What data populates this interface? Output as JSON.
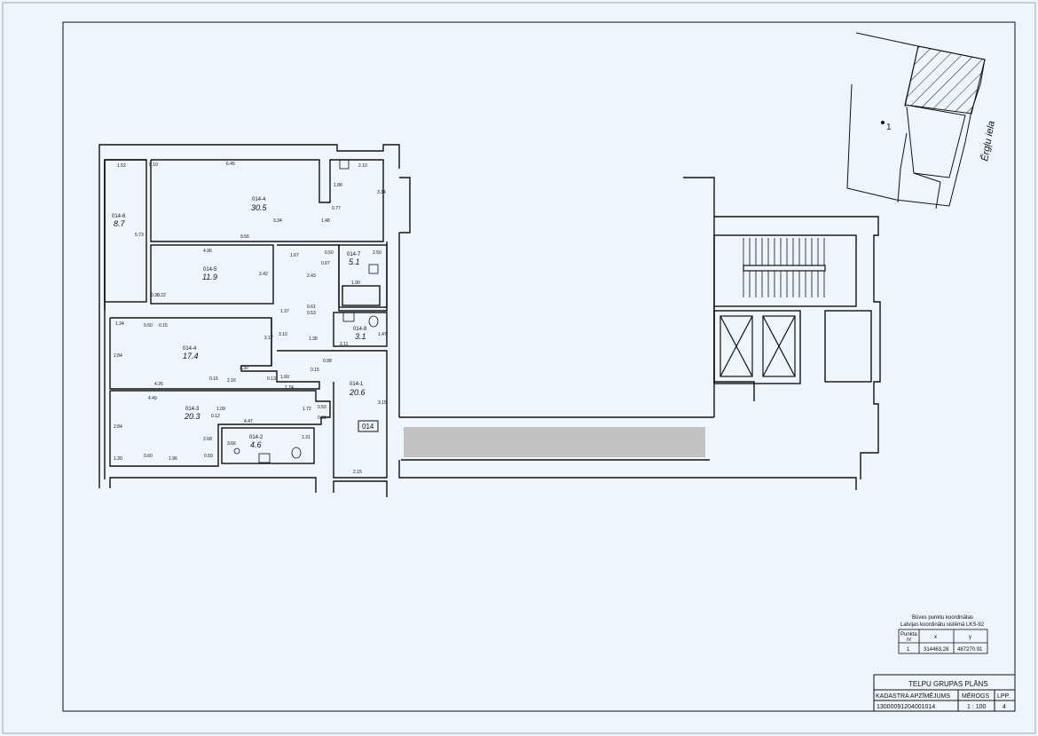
{
  "street_label": "Ērgļu iela",
  "point_marker": "1",
  "section_tag": "014",
  "rooms": [
    {
      "id": "014-6",
      "area": "8.7"
    },
    {
      "id": "014-4",
      "area": "30.5"
    },
    {
      "id": "014-5",
      "area": "11.9"
    },
    {
      "id": "014-7",
      "area": "5.1"
    },
    {
      "id": "014-8",
      "area": "3.1"
    },
    {
      "id": "014-4",
      "area": "17.4"
    },
    {
      "id": "014-1",
      "area": "20.6"
    },
    {
      "id": "014-3",
      "area": "20.3"
    },
    {
      "id": "014-2",
      "area": "4.6"
    }
  ],
  "dimensions": [
    "1.52",
    "0.10",
    "6.45",
    "2.10",
    "1.88",
    "3.34",
    "0.77",
    "3.34",
    "1.48",
    "5.73",
    "9.56",
    "4.96",
    "2.42",
    "1.67",
    "0.50",
    "2.50",
    "2.43",
    "0.67",
    "1.90",
    "0.30",
    "0.22",
    "1.37",
    "0.53",
    "0.61",
    "1.34",
    "0.60",
    "0.15",
    "3.10",
    "1.38",
    "2.11",
    "1.47",
    "2.84",
    "2.17",
    "2.30",
    "0.98",
    "0.15",
    "0.16",
    "2.16",
    "0.13",
    "1.60",
    "4.26",
    "1.74",
    "4.49",
    "1.09",
    "1.72",
    "0.50",
    "0.92",
    "3.15",
    "0.12",
    "4.47",
    "2.84",
    "2.68",
    "3.66",
    "1.31",
    "1.30",
    "0.60",
    "1.96",
    "0.59",
    "2.15"
  ],
  "coords_table": {
    "title_line1": "Būves punktu koordinātas",
    "title_line2": "Latvijas koordinātu sistēmā LKS-92",
    "header_punkta": "Punkta",
    "header_nr": "nr",
    "header_x": "x",
    "header_y": "y",
    "row": {
      "nr": "1",
      "x": "314463.28",
      "y": "487270.91"
    }
  },
  "title_block": {
    "title": "TELPU GRUPAS PLĀNS",
    "col1_header": "KADASTRA APZĪMĒJUMS",
    "col2_header": "MĒROGS",
    "col3_header": "LPP.",
    "col1_value": "13000091204001014",
    "col2_value": "1 : 100",
    "col3_value": "4"
  }
}
